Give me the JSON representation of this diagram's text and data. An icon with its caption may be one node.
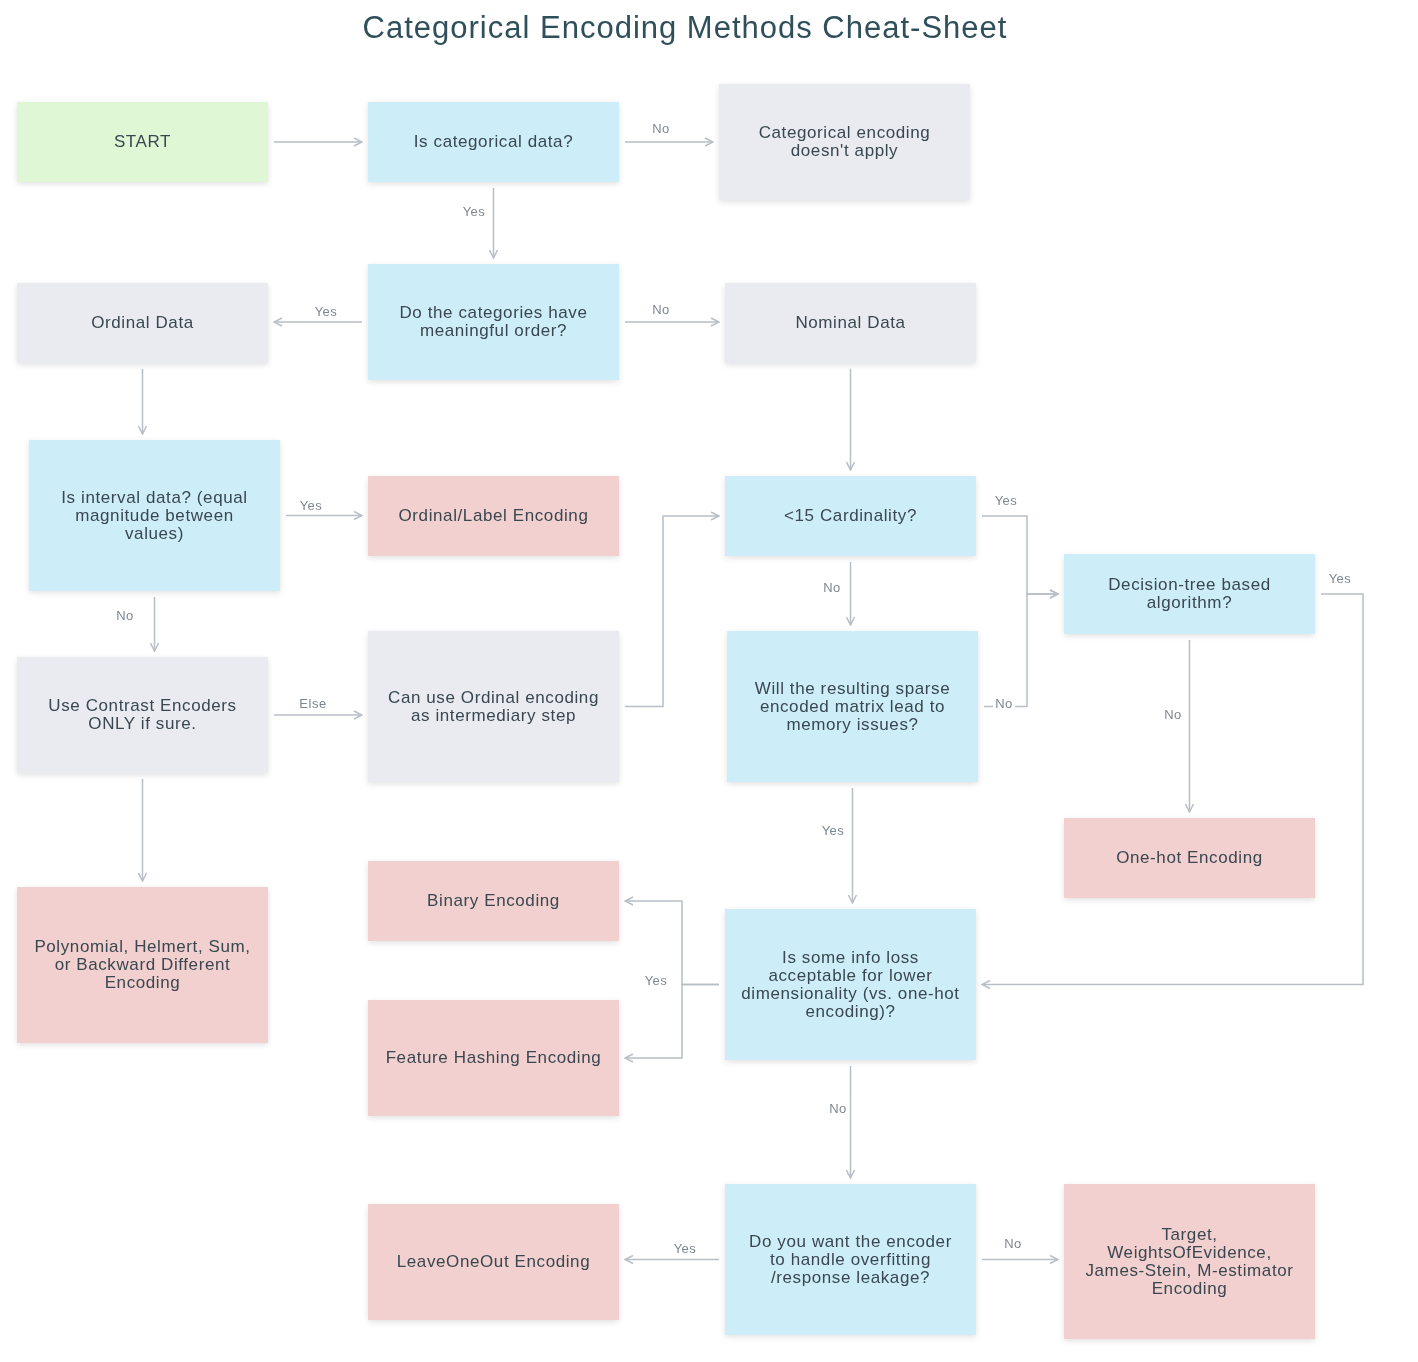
{
  "diagram": {
    "title": "Categorical Encoding Methods Cheat-Sheet",
    "nodes": [
      {
        "text": [
          "START"
        ]
      },
      {
        "text": [
          "Is categorical data?"
        ]
      },
      {
        "text": [
          "Categorical encoding doesn't apply"
        ]
      },
      {
        "text": [
          "Ordinal Data"
        ]
      },
      {
        "text": [
          "Do the categories have meaningful order?"
        ]
      },
      {
        "text": [
          "Nominal Data"
        ]
      },
      {
        "text": [
          "Is interval data? (equal magnitude between values)"
        ]
      },
      {
        "text": [
          "Ordinal/Label Encoding"
        ]
      },
      {
        "text": [
          "<15 Cardinality?"
        ]
      },
      {
        "text": [
          "Decision-tree based algorithm?"
        ]
      },
      {
        "text": [
          "Use Contrast Encoders ONLY if sure."
        ]
      },
      {
        "text": [
          "Can use Ordinal encoding as intermediary step"
        ]
      },
      {
        "text": [
          "Will the resulting sparse encoded matrix lead to memory issues?"
        ]
      },
      {
        "text": [
          "One-hot Encoding"
        ]
      },
      {
        "text": [
          "Binary Encoding"
        ]
      },
      {
        "text": [
          "Polynomial, Helmert, Sum, or Backward Different Encoding"
        ]
      },
      {
        "text": [
          "Is some info loss acceptable for lower dimensionality (vs. one-hot encoding)?"
        ]
      },
      {
        "text": [
          "Feature Hashing Encoding"
        ]
      },
      {
        "text": [
          "LeaveOneOut Encoding"
        ]
      },
      {
        "text": [
          "Do you want the encoder to handle overfitting /response leakage?"
        ]
      },
      {
        "text": [
          "Target, WeightsOfEvidence, James-Stein, M-estimator Encoding"
        ]
      }
    ],
    "edges": [
      {
        "from": 0,
        "to": 1,
        "arrow": "to"
      },
      {
        "from": 1,
        "to": 2,
        "arrow": "to",
        "label": "No"
      },
      {
        "from": 1,
        "to": 4,
        "arrow": "to",
        "label": "Yes"
      },
      {
        "from": 4,
        "to": 3,
        "arrow": "to",
        "label": "Yes"
      },
      {
        "from": 4,
        "to": 5,
        "arrow": "to",
        "label": "No"
      },
      {
        "from": 3,
        "to": 6,
        "arrow": "to"
      },
      {
        "from": 5,
        "to": 8,
        "arrow": "to"
      },
      {
        "from": 6,
        "to": 7,
        "arrow": "to",
        "label": "Yes"
      },
      {
        "from": 6,
        "to": 10,
        "arrow": "to",
        "label": "No"
      },
      {
        "from": 10,
        "to": 11,
        "arrow": "to",
        "label": "Else"
      },
      {
        "from": 10,
        "to": 15,
        "arrow": "to"
      },
      {
        "from": 11,
        "to": 8,
        "arrow": "to"
      },
      {
        "from": 8,
        "to": 9,
        "arrow": "to",
        "label": "Yes"
      },
      {
        "from": 8,
        "to": 12,
        "arrow": "to",
        "label": "No"
      },
      {
        "from": 12,
        "to": 9,
        "arrow": "to",
        "label": "No"
      },
      {
        "from": 9,
        "to": 13,
        "arrow": "to",
        "label": "No"
      },
      {
        "from": 9,
        "to": 16,
        "arrow": "to",
        "label": "Yes"
      },
      {
        "from": 12,
        "to": 16,
        "arrow": "to",
        "label": "Yes"
      },
      {
        "from": 16,
        "to": 14,
        "arrow": "to",
        "label": "Yes"
      },
      {
        "from": 16,
        "to": 17,
        "arrow": "to"
      },
      {
        "from": 16,
        "to": 19,
        "arrow": "to",
        "label": "No"
      },
      {
        "from": 19,
        "to": 18,
        "arrow": "to",
        "label": "Yes"
      },
      {
        "from": 19,
        "to": 20,
        "arrow": "to",
        "label": "No"
      }
    ]
  }
}
